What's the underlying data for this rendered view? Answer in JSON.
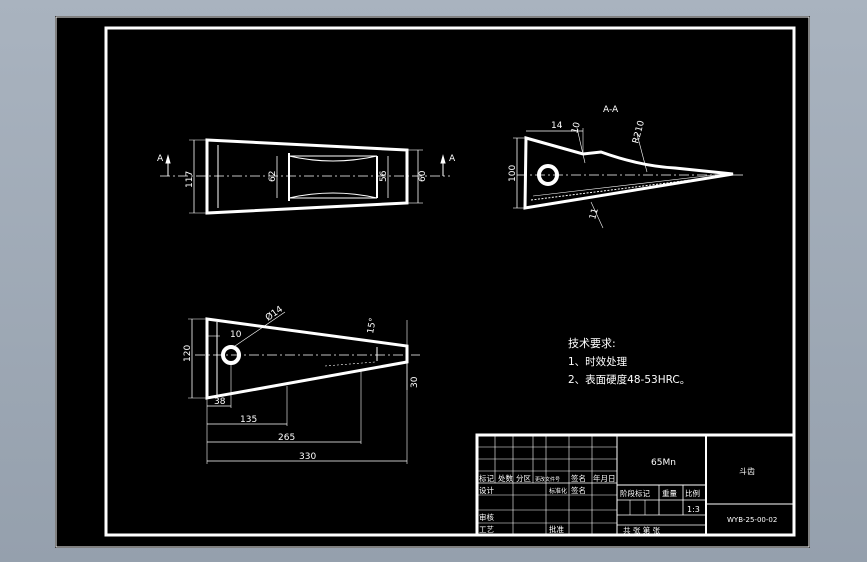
{
  "section_label": "A-A",
  "view_markers": {
    "left": "A",
    "right": "A"
  },
  "top_view": {
    "dim_height_left": "117",
    "dim_inner_1": "62",
    "dim_inner_2": "56",
    "dim_height_right": "60"
  },
  "section_view": {
    "dim_14": "14",
    "dim_10": "10",
    "dim_r": "R210",
    "dim_100": "100",
    "dim_11": "11"
  },
  "side_view": {
    "dim_hole": "Ø14",
    "dim_10": "10",
    "dim_angle": "15°",
    "dim_height_left": "120",
    "dim_height_right": "30",
    "dim_38": "38",
    "dim_135": "135",
    "dim_265": "265",
    "dim_330": "330"
  },
  "notes": {
    "heading": "技术要求:",
    "items": [
      "1、时效处理",
      "2、表面硬度48-53HRC。"
    ]
  },
  "title_block": {
    "material": "65Mn",
    "part_name": "斗齿",
    "drawing_no": "WYB-25-00-02",
    "scale": "1:3",
    "header_row": [
      "标记",
      "处数",
      "分区",
      "更改文件号",
      "签名",
      "年月日"
    ],
    "label_design": "设计",
    "label_standard": "标准化",
    "label_signature": "签名",
    "label_stage": "阶段标记",
    "label_weight": "重量",
    "label_ratio": "比例",
    "label_review": "审核",
    "label_process": "工艺",
    "label_approve": "批准",
    "sheet_info": "共  张 第  张"
  }
}
